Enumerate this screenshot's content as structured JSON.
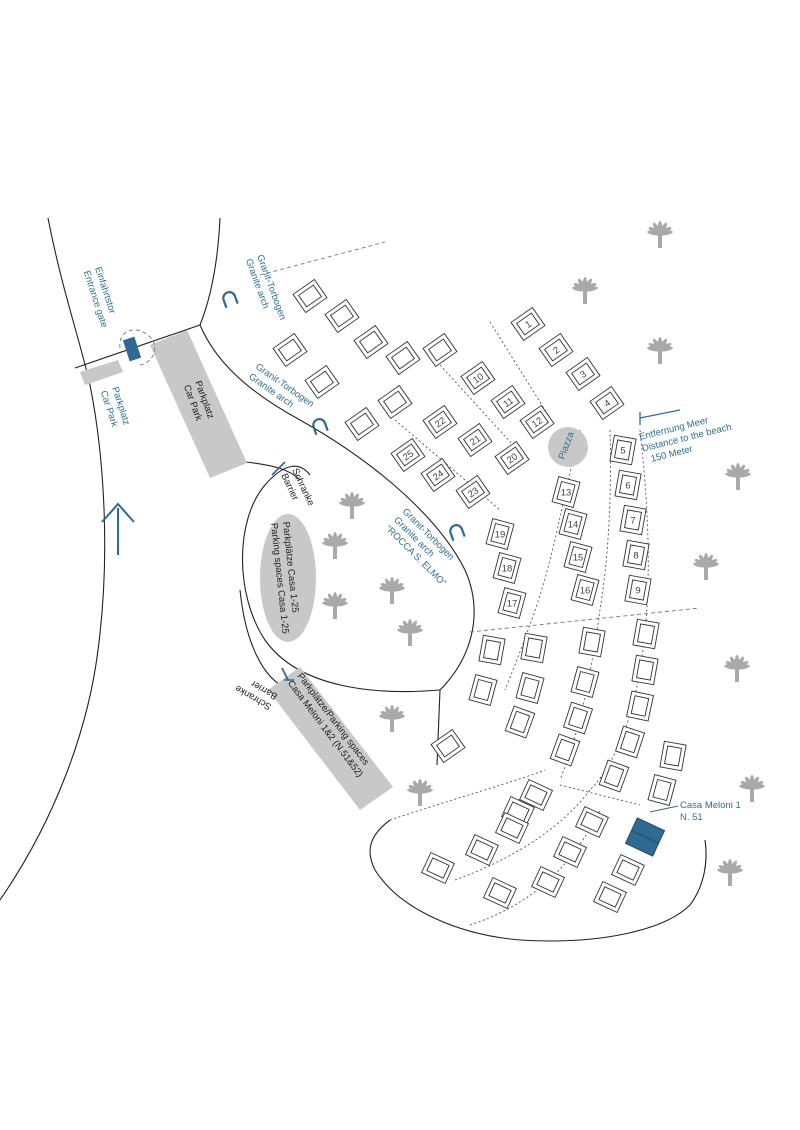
{
  "labels": {
    "entrance_gate": [
      "Einfahrtstor",
      "Entrance gate"
    ],
    "parkplatz_small": [
      "Parkplatz",
      "Car Park"
    ],
    "parkplatz_main": [
      "Parkplatz",
      "Car Park"
    ],
    "granite_arch_1": [
      "Granit-Torbogen",
      "Granite arch"
    ],
    "granite_arch_2": [
      "Granit-Torbogen",
      "Granite arch"
    ],
    "granite_arch_3": [
      "Granit-Torbogen",
      "Granite arch",
      "“ROCCA S. ELMO”"
    ],
    "schranke_1": [
      "Schranke",
      "Barrier"
    ],
    "schranke_2": [
      "Schranke",
      "Barrier"
    ],
    "parking_casa": [
      "Parkplätze Casa 1-25",
      "Parking spaces Casa 1-25"
    ],
    "parking_meloni": [
      "Parkplätze/Parking spaces",
      "Casa Meloni 1&2 (N.51&52)"
    ],
    "piazza": "Piazza",
    "distance": [
      "Entfernung Meer",
      "Distance to the beach",
      "150 Meter"
    ],
    "casa_meloni": [
      "Casa Meloni 1",
      "N. 51"
    ]
  },
  "houses": [
    {
      "n": "1"
    },
    {
      "n": "2"
    },
    {
      "n": "3"
    },
    {
      "n": "4"
    },
    {
      "n": "5"
    },
    {
      "n": "6"
    },
    {
      "n": "7"
    },
    {
      "n": "8"
    },
    {
      "n": "9"
    },
    {
      "n": "10"
    },
    {
      "n": "11"
    },
    {
      "n": "12"
    },
    {
      "n": "13"
    },
    {
      "n": "14"
    },
    {
      "n": "15"
    },
    {
      "n": "16"
    },
    {
      "n": "17"
    },
    {
      "n": "18"
    },
    {
      "n": "19"
    },
    {
      "n": "20"
    },
    {
      "n": "21"
    },
    {
      "n": "22"
    },
    {
      "n": "23"
    },
    {
      "n": "24"
    },
    {
      "n": "25"
    }
  ],
  "colors": {
    "accent": "#2f6f8f",
    "highlight": "#2e6a92",
    "parking": "#c8c8c8",
    "palm": "#a9a9a9"
  }
}
